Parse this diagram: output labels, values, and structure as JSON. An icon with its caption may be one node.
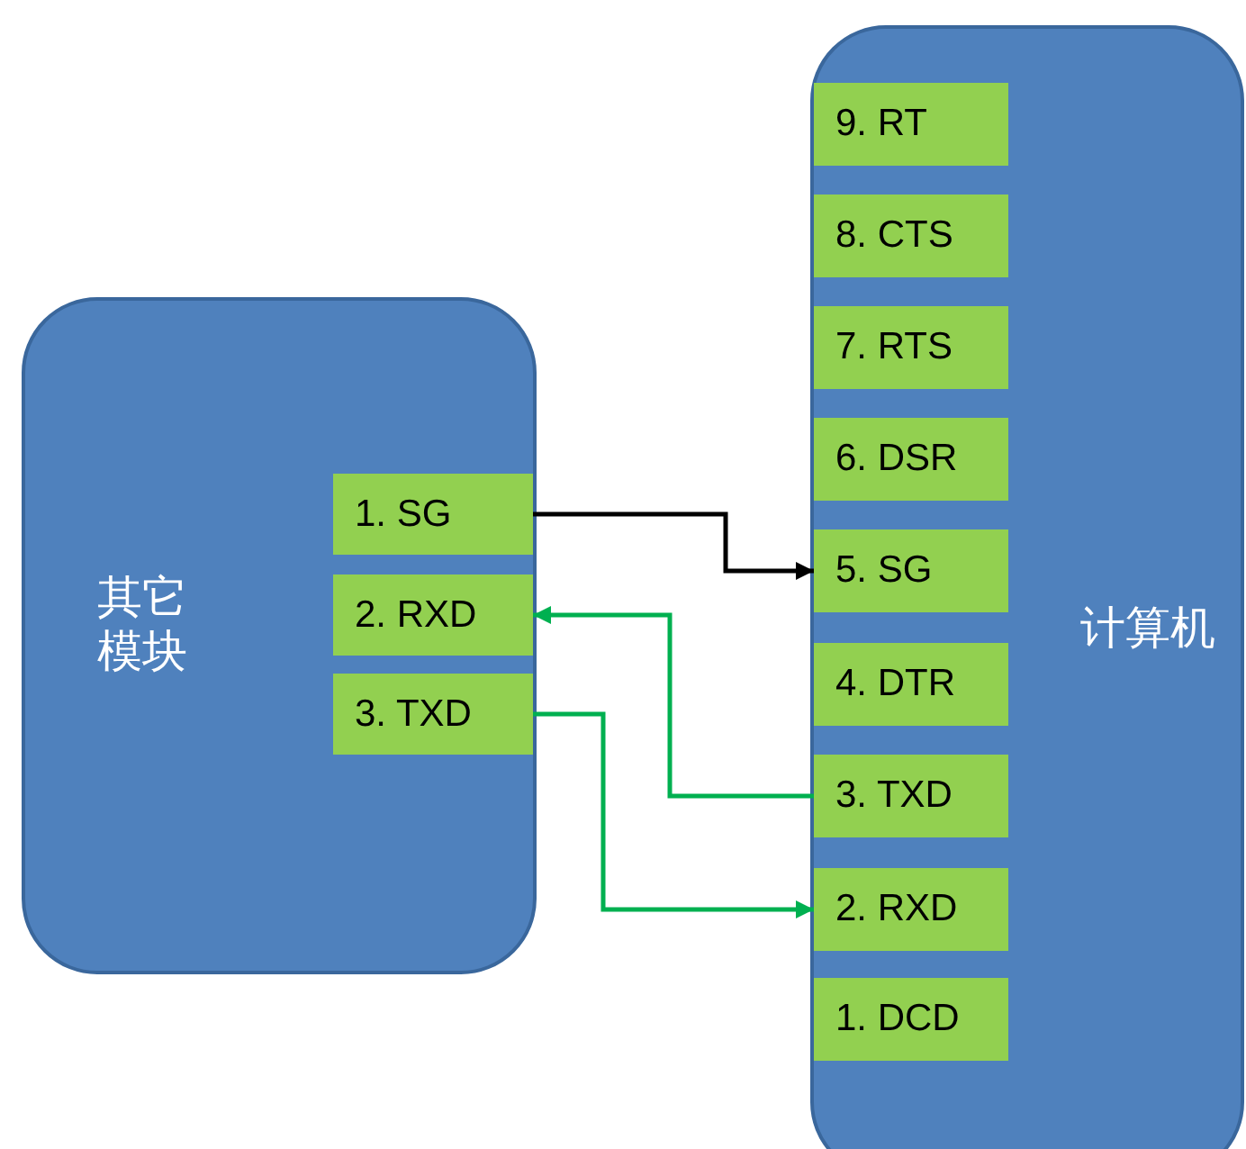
{
  "diagram": {
    "nodes": [
      {
        "text": [
          "其它模块"
        ]
      },
      {
        "text": [
          "1. SG"
        ],
        "in": 0
      },
      {
        "text": [
          "2. RXD"
        ],
        "in": 0
      },
      {
        "text": [
          "3. TXD"
        ],
        "in": 0
      },
      {
        "text": [
          "计算机"
        ]
      },
      {
        "text": [
          "9. RT"
        ],
        "in": 4
      },
      {
        "text": [
          "8. CTS"
        ],
        "in": 4
      },
      {
        "text": [
          "7. RTS"
        ],
        "in": 4
      },
      {
        "text": [
          "6. DSR"
        ],
        "in": 4
      },
      {
        "text": [
          "5. SG"
        ],
        "in": 4
      },
      {
        "text": [
          "4. DTR"
        ],
        "in": 4
      },
      {
        "text": [
          "3. TXD"
        ],
        "in": 4
      },
      {
        "text": [
          "2. RXD"
        ],
        "in": 4
      },
      {
        "text": [
          "1. DCD"
        ],
        "in": 4
      }
    ],
    "edges": [
      {
        "from": 1,
        "to": 9,
        "arrow": "to",
        "color": "#000000"
      },
      {
        "from": 11,
        "to": 2,
        "arrow": "to"
      },
      {
        "from": 3,
        "to": 12,
        "arrow": "to"
      }
    ]
  }
}
